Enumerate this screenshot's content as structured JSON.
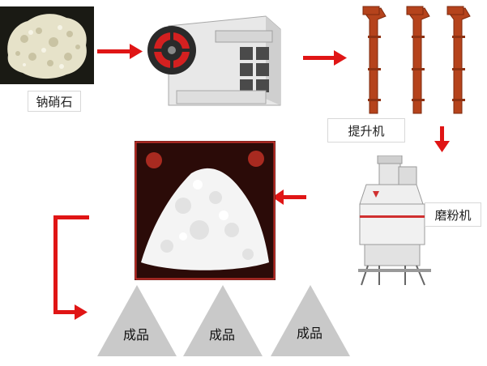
{
  "labels": {
    "raw_material": "钠硝石",
    "elevator": "提升机",
    "mill": "磨粉机"
  },
  "products": [
    "成品",
    "成品",
    "成品"
  ],
  "colors": {
    "arrow": "#e01515",
    "machine_rust": "#b5431c",
    "triangle": "#c9c9c9"
  }
}
